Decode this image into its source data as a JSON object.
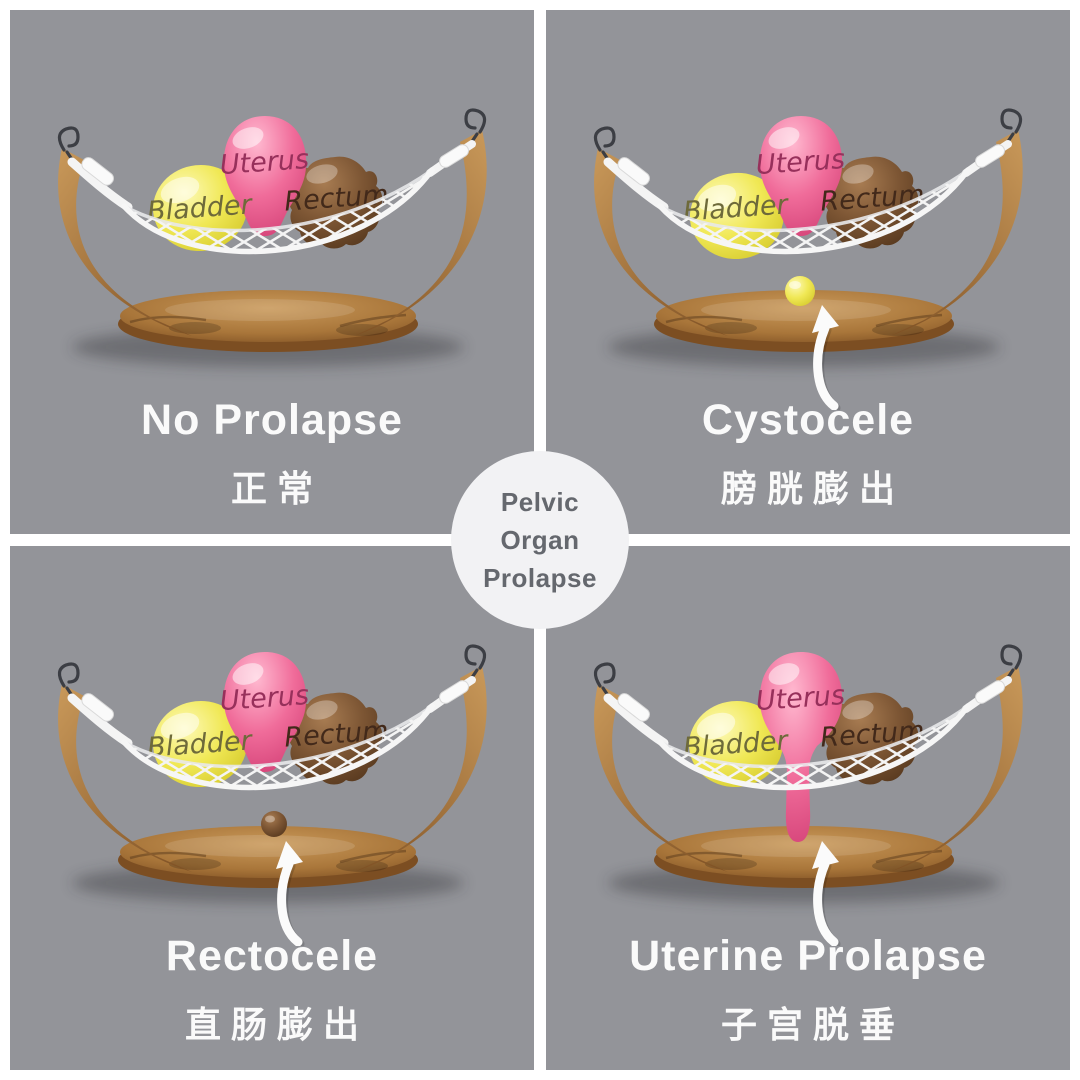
{
  "center_badge": {
    "lines": [
      "Pelvic",
      "Organ",
      "Prolapse"
    ]
  },
  "organ_labels": {
    "bladder": "Bladder",
    "uterus": "Uterus",
    "rectum": "Rectum"
  },
  "panels": [
    {
      "id": "no-prolapse",
      "title": "No Prolapse",
      "subtitle_zh": "正常",
      "variant": "normal",
      "arrow": false
    },
    {
      "id": "cystocele",
      "title": "Cystocele",
      "subtitle_zh": "膀胱膨出",
      "variant": "cystocele",
      "arrow": true
    },
    {
      "id": "rectocele",
      "title": "Rectocele",
      "subtitle_zh": "直肠膨出",
      "variant": "rectocele",
      "arrow": true
    },
    {
      "id": "uterine-prolapse",
      "title": "Uterine Prolapse",
      "subtitle_zh": "子宫脱垂",
      "variant": "uterine",
      "arrow": true
    }
  ],
  "colors": {
    "background_gray": "#939499",
    "frame_white": "#ffffff",
    "badge_bg": "#f2f2f4",
    "badge_text": "#65686e",
    "title_text": "#fafafa",
    "wood_light": "#c9995a",
    "wood_mid": "#a9763a",
    "wood_dark": "#7c4e22",
    "net_white": "#f4f4f4",
    "bladder_light": "#fdf9b8",
    "bladder_mid": "#f0e855",
    "bladder_dark": "#d8cd30",
    "bladder_label": "#6e6a3a",
    "uterus_light": "#ffb9d0",
    "uterus_mid": "#f06c9a",
    "uterus_dark": "#d6457a",
    "uterus_label": "#97305b",
    "rectum_light": "#a87c52",
    "rectum_mid": "#7d5634",
    "rectum_dark": "#55371d",
    "rectum_label": "#42291a",
    "hook_metal": "#3c3e44",
    "arrow_white": "#fbfbfb",
    "shadow": "#26262a"
  }
}
